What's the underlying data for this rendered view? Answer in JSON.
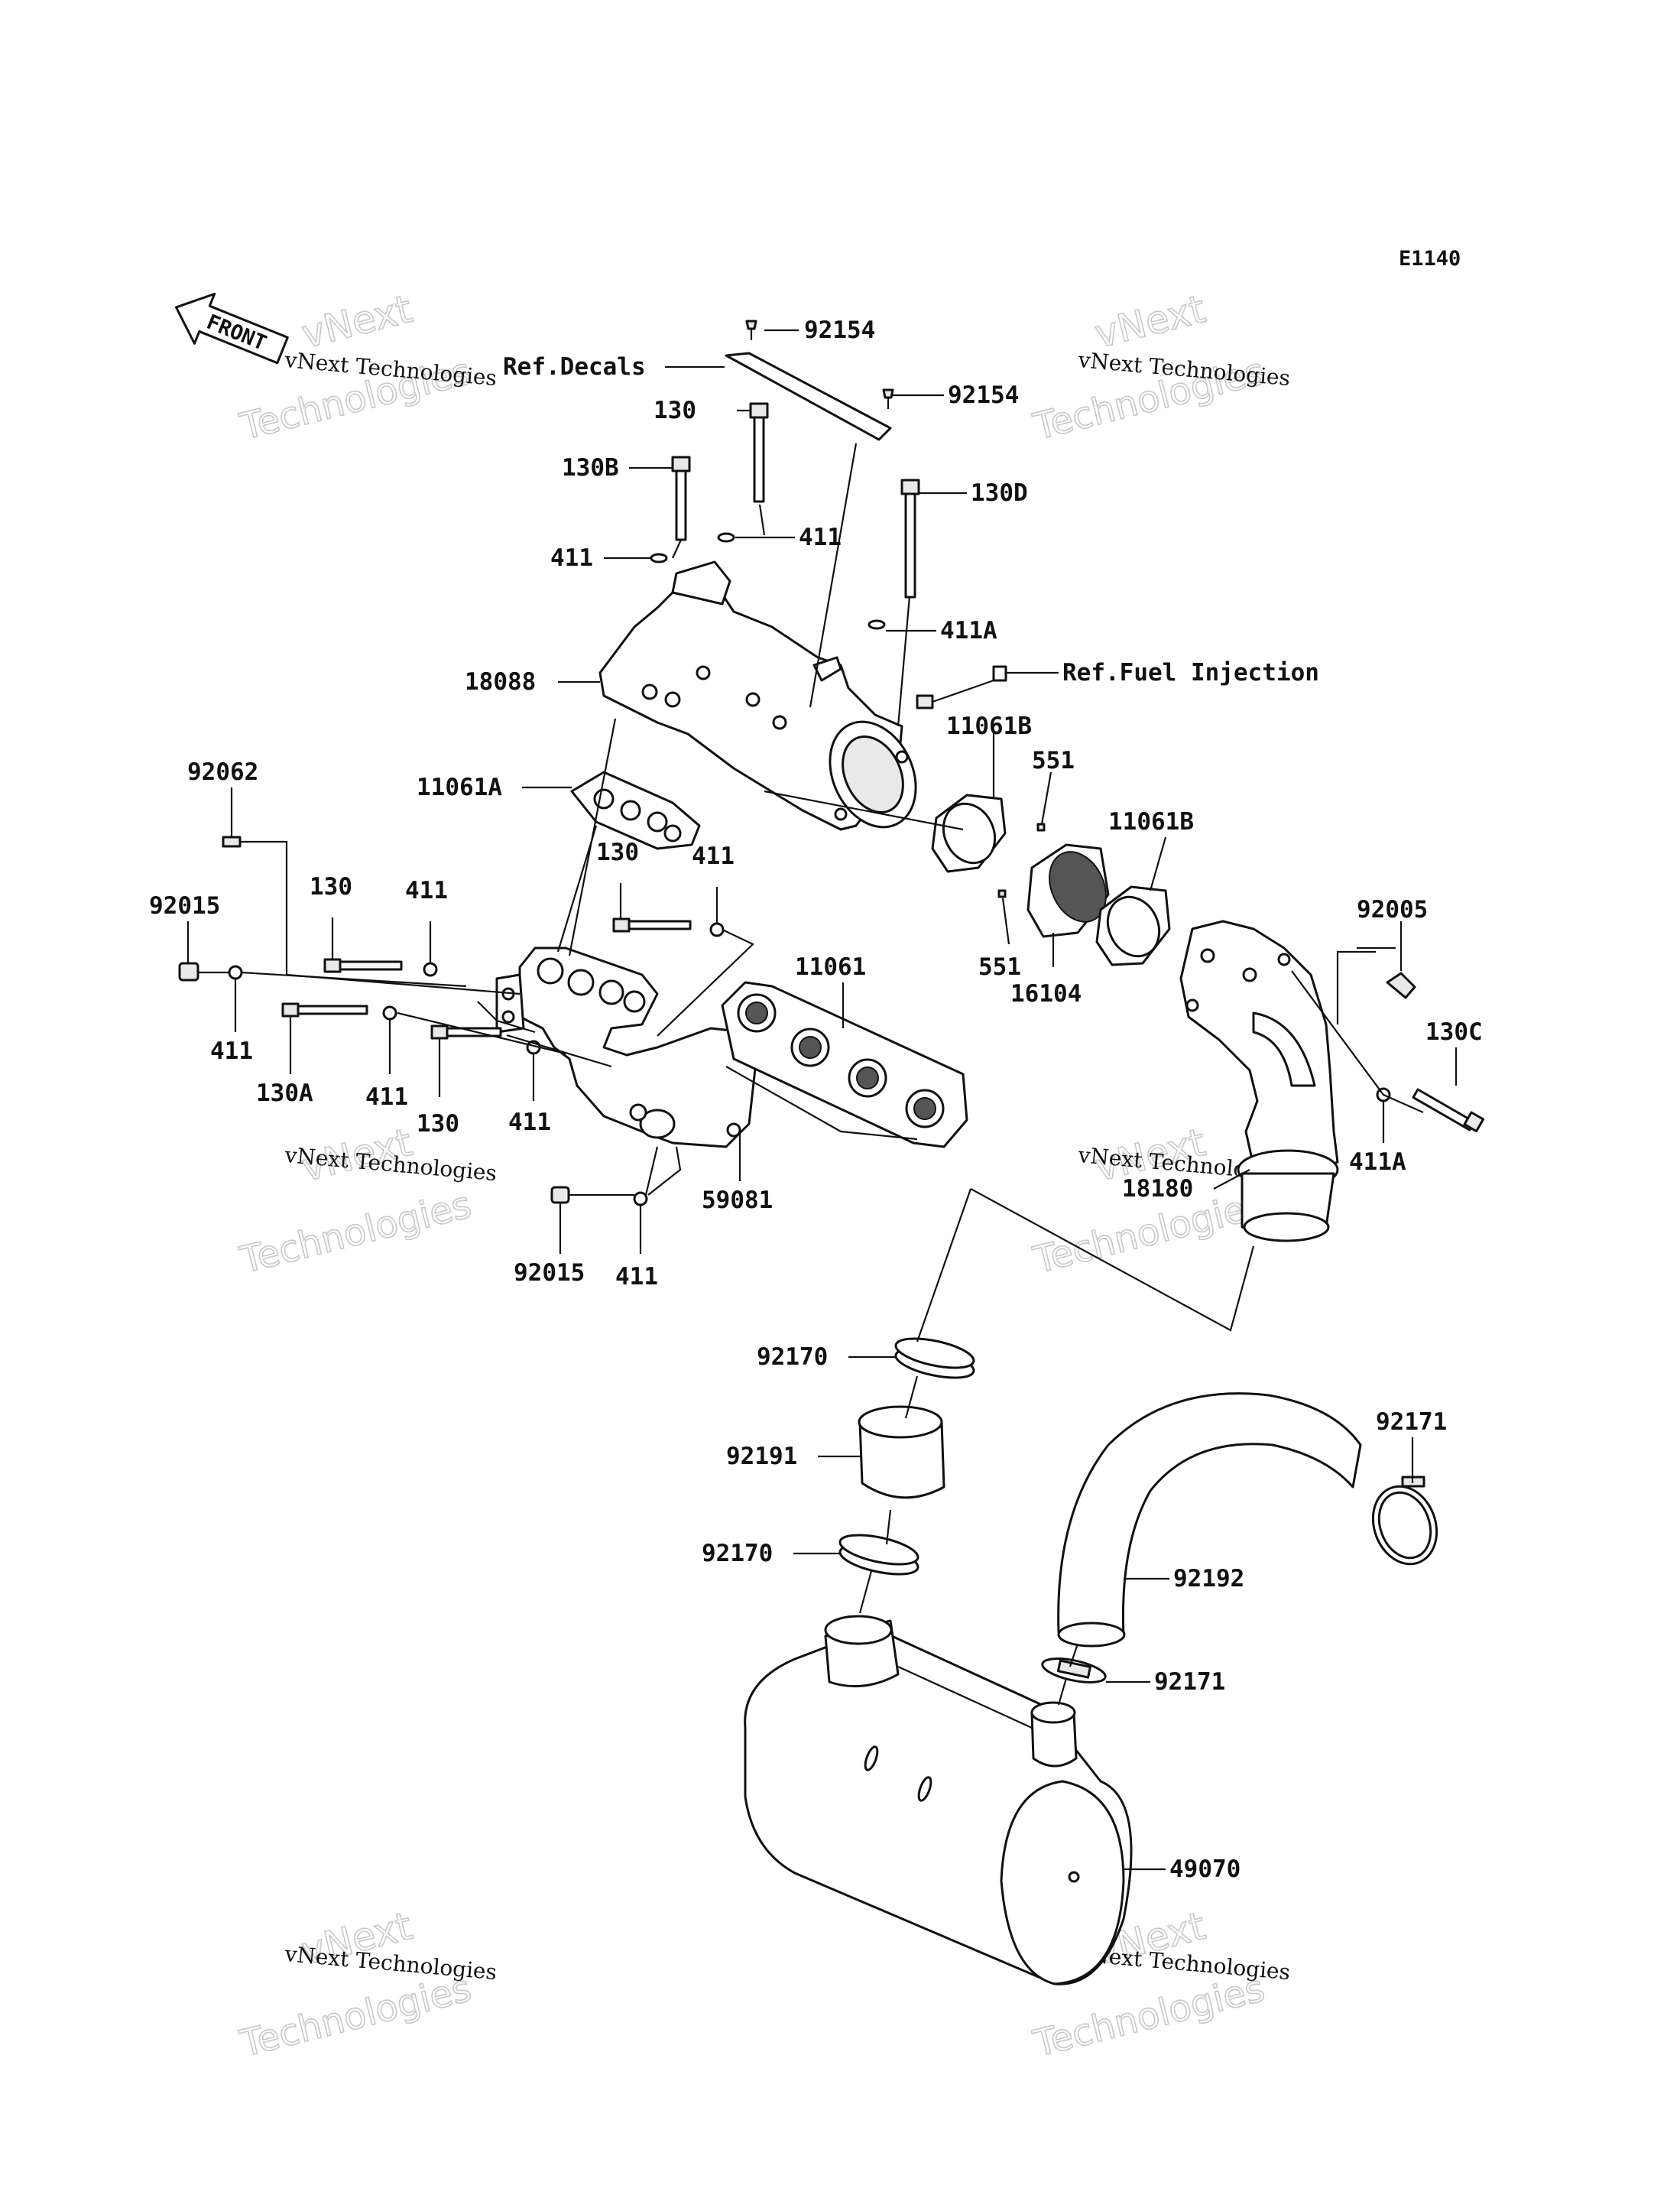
{
  "diagram_code": "E1140",
  "front_label": "FRONT",
  "references": {
    "decals": "Ref.Decals",
    "fuel_injection": "Ref.Fuel Injection"
  },
  "part_labels": {
    "p92154_a": "92154",
    "p92154_b": "92154",
    "p130_top": "130",
    "p130B": "130B",
    "p130D": "130D",
    "p411_a": "411",
    "p411_b": "411",
    "p411A_top": "411A",
    "p18088": "18088",
    "p11061B_a": "11061B",
    "p11061B_b": "11061B",
    "p551_a": "551",
    "p551_b": "551",
    "p16104": "16104",
    "p11061A": "11061A",
    "p92062": "92062",
    "p92015_a": "92015",
    "p130_b": "130",
    "p411_c": "411",
    "p130_c": "130",
    "p411_d": "411",
    "p11061": "11061",
    "p411_e": "411",
    "p130A": "130A",
    "p411_f": "411",
    "p130_d": "130",
    "p411_g": "411",
    "p59081": "59081",
    "p92015_b": "92015",
    "p411_h": "411",
    "p92005": "92005",
    "p130C": "130C",
    "p18180": "18180",
    "p411A_b": "411A",
    "p92170_a": "92170",
    "p92191": "92191",
    "p92170_b": "92170",
    "p92171_a": "92171",
    "p92192": "92192",
    "p92171_b": "92171",
    "p49070": "49070"
  },
  "watermark": {
    "line1": "vNext Technologies",
    "line2": "vNext",
    "line3": "Technologies"
  }
}
